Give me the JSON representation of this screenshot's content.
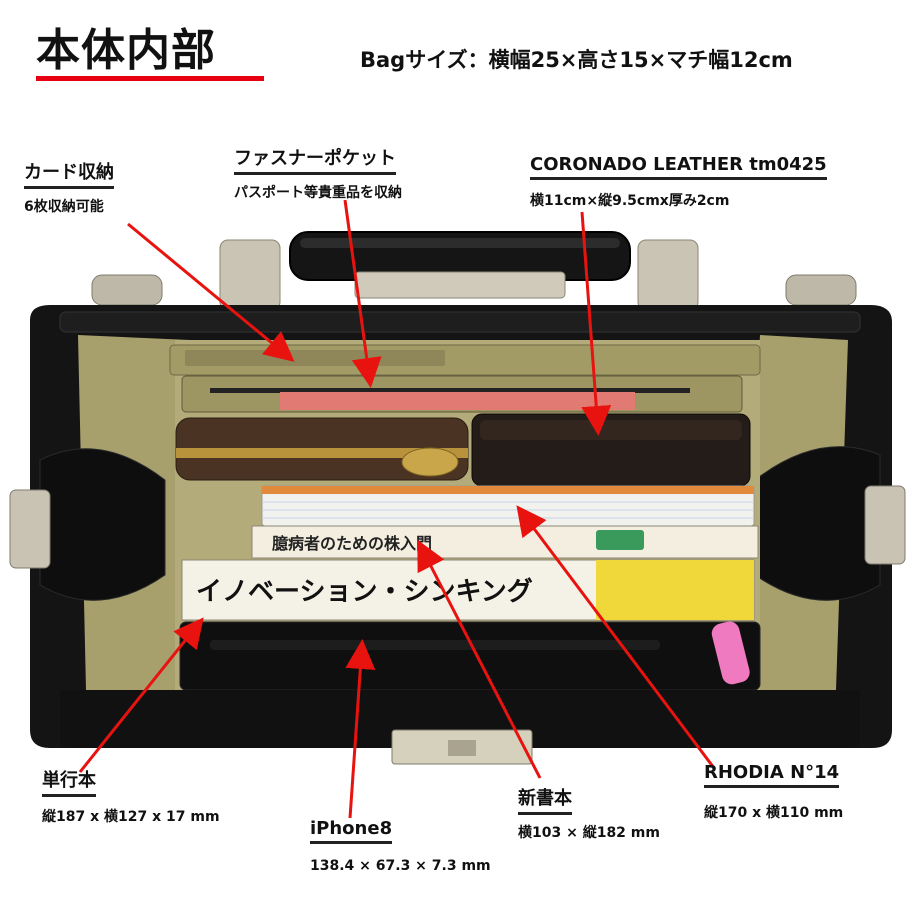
{
  "header": {
    "title": "本体内部",
    "bag_size": "Bagサイズ：横幅25×高さ15×マチ幅12cm"
  },
  "labels": {
    "card": {
      "title": "カード収納",
      "sub": "6枚収納可能"
    },
    "zip_pocket": {
      "title": "ファスナーポケット",
      "sub": "パスポート等貴重品を収納"
    },
    "wallet": {
      "title": "CORONADO LEATHER tm0425",
      "sub": "横11cm×縦9.5cmx厚み2cm"
    },
    "hardcover": {
      "title": "単行本",
      "sub": "縦187 x 横127 x 17 mm"
    },
    "iphone": {
      "title": "iPhone8",
      "sub": "138.4 × 67.3 × 7.3 mm"
    },
    "shinsho": {
      "title": "新書本",
      "sub": "横103 × 縦182 mm"
    },
    "rhodia": {
      "title": "RHODIA N°14",
      "sub": "縦170 x 横110 mm"
    }
  },
  "books": {
    "book1_spine": "イノベーション・シンキング",
    "book2_spine": "臆病者のための株入門"
  },
  "colors": {
    "accent": "#e60012",
    "arrow": "#e8130f",
    "leather": "#141414",
    "lining": "#a79f6c"
  }
}
